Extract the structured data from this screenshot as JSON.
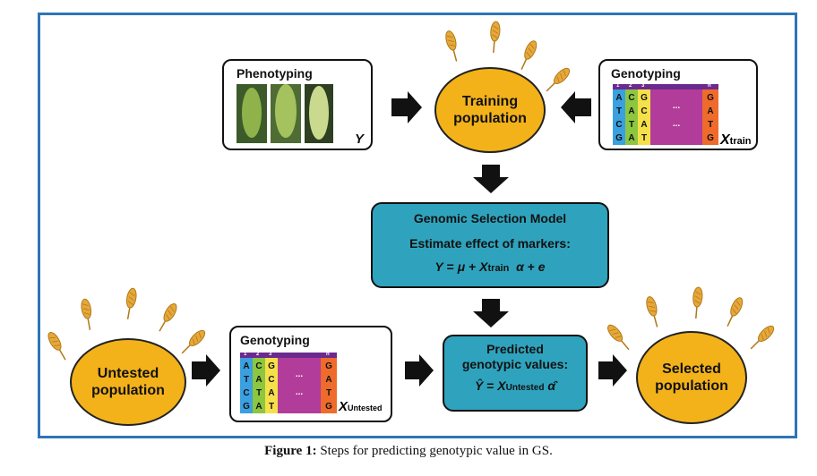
{
  "diagram": {
    "phenotyping": {
      "title": "Phenotyping",
      "var": "Y"
    },
    "genotyping_train": {
      "title": "Genotyping",
      "var": "X",
      "sub": "train"
    },
    "training": {
      "label": "Training\npopulation"
    },
    "model": {
      "title": "Genomic Selection Model",
      "line1": "Estimate effect of markers:",
      "eq_y": "Y",
      "eq_eq": " = ",
      "eq_mu": "μ",
      "eq_plus1": " + ",
      "eq_x": "X",
      "eq_sub": "train",
      "eq_alpha": "α",
      "eq_plus2": " + ",
      "eq_e": "e"
    },
    "untested": {
      "label": "Untested\npopulation"
    },
    "genotyping_untested": {
      "title": "Genotyping",
      "var": "X",
      "sub": "Untested"
    },
    "predicted": {
      "line1": "Predicted",
      "line2": "genotypic values:",
      "eq_y": "Ŷ",
      "eq_eq": " = ",
      "eq_x": "X",
      "eq_sub": "Untested",
      "eq_alpha": "α̂"
    },
    "selected": {
      "label": "Selected\npopulation"
    },
    "matrix": {
      "col_nums": [
        "1",
        "2",
        "3",
        "n"
      ],
      "col1": [
        "A",
        "T",
        "C",
        "G"
      ],
      "col2": [
        "C",
        "A",
        "T",
        "A"
      ],
      "col3": [
        "G",
        "C",
        "A",
        "T"
      ],
      "dots": "...",
      "coln": [
        "G",
        "A",
        "T",
        "G"
      ]
    }
  },
  "caption": {
    "bold": "Figure 1:",
    "text": " Steps for predicting genotypic value in GS."
  },
  "colors": {
    "frame": "#2e75b6",
    "teal": "#2fa3bd",
    "orange": "#f3b21a",
    "wheat": "#e0a030"
  }
}
